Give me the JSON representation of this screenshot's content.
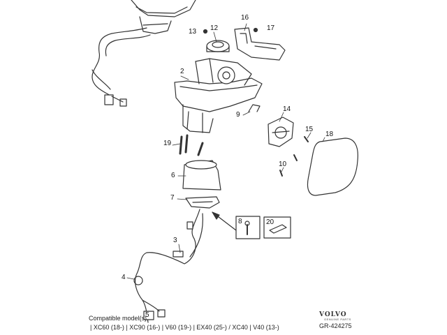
{
  "callouts": {
    "n2": "2",
    "n3": "3",
    "n4": "4",
    "n5": "5",
    "n6": "6",
    "n7": "7",
    "n8": "8",
    "n9": "9",
    "n10": "10",
    "n12": "12",
    "n13": "13",
    "n14": "14",
    "n15": "15",
    "n16": "16",
    "n17": "17",
    "n18": "18",
    "n19": "19",
    "n20": "20"
  },
  "footer": {
    "compatible_label": "Compatible model(s)",
    "models": "| XC60 (18-) | XC90 (16-) | V60 (19-) | EX40 (25-) / XC40 | V40 (13-)",
    "brand": "VOLVO",
    "brand_sub": "GENUINE PARTS",
    "reference": "GR-424275"
  },
  "colors": {
    "line": "#333333",
    "fill": "#ffffff",
    "shade": "#d8d8d8"
  }
}
